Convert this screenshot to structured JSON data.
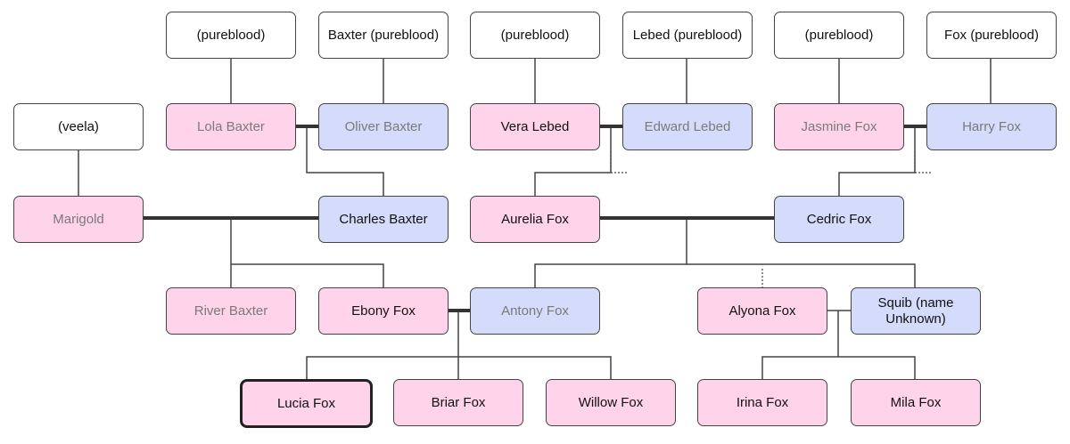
{
  "colors": {
    "female": "#ffd4ea",
    "male": "#d5dcfb",
    "plain": "#ffffff",
    "line": "#444444"
  },
  "nodes": {
    "gp1_parent": "(pureblood)",
    "gp2_parent": "Baxter (pureblood)",
    "gp3_parent": "(pureblood)",
    "gp4_parent": "Lebed (pureblood)",
    "gp5_parent": "(pureblood)",
    "gp6_parent": "Fox (pureblood)",
    "veela": "(veela)",
    "lola": "Lola Baxter",
    "oliver": "Oliver Baxter",
    "vera": "Vera Lebed",
    "edward": "Edward Lebed",
    "jasmine": "Jasmine Fox",
    "harry": "Harry Fox",
    "marigold": "Marigold",
    "charles": "Charles Baxter",
    "aurelia": "Aurelia Fox",
    "cedric": "Cedric Fox",
    "river": "River Baxter",
    "ebony": "Ebony Fox",
    "antony": "Antony Fox",
    "alyona": "Alyona Fox",
    "squib": "Squib (name Unknown)",
    "lucia": "Lucia Fox",
    "briar": "Briar Fox",
    "willow": "Willow Fox",
    "irina": "Irina Fox",
    "mila": "Mila Fox"
  }
}
